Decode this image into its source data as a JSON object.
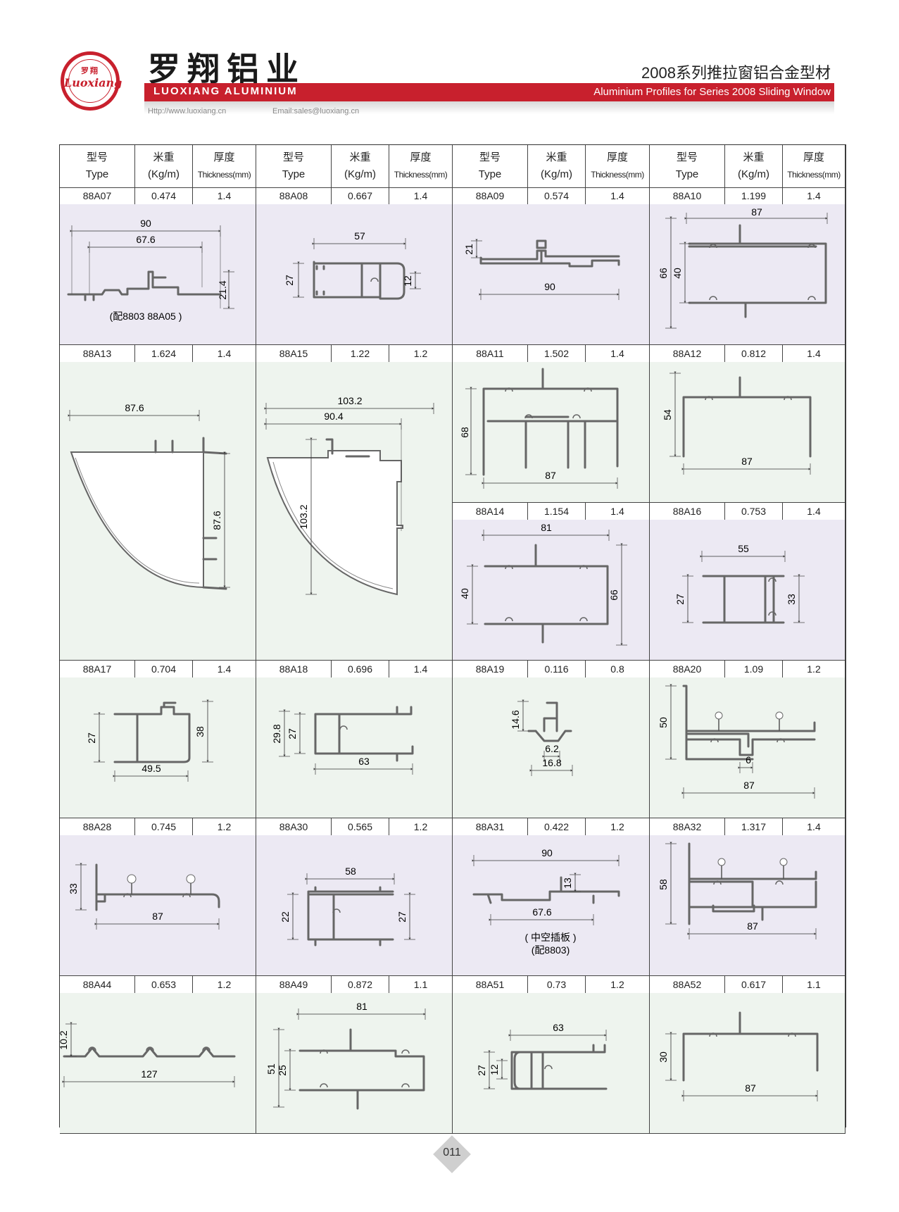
{
  "header": {
    "logo_small_cn": "罗翔",
    "logo_script": "Luoxiang",
    "brand_cn": "罗翔铝业",
    "brand_en": "LUOXIANG ALUMINIUM",
    "series_cn": "2008系列推拉窗铝合金型材",
    "series_en": "Aluminium Profiles for Series 2008 Sliding Window",
    "website": "Http://www.luoxiang.cn",
    "email": "Email:sales@luoxiang.cn"
  },
  "columns": {
    "type_cn": "型号",
    "type_en": "Type",
    "weight_cn": "米重",
    "weight_en": "(Kg/m)",
    "thick_cn": "厚度",
    "thick_en": "Thickness(mm)"
  },
  "colors": {
    "lavender": "#ece9f3",
    "mint": "#eef4ee",
    "red": "#c8202d"
  },
  "profiles": {
    "88A07": {
      "type": "88A07",
      "weight": "0.474",
      "thickness": "1.4",
      "dims": [
        "90",
        "67.6",
        "21.4"
      ],
      "note": "(配8803 88A05 )"
    },
    "88A08": {
      "type": "88A08",
      "weight": "0.667",
      "thickness": "1.4",
      "dims": [
        "57",
        "27",
        "12"
      ]
    },
    "88A09": {
      "type": "88A09",
      "weight": "0.574",
      "thickness": "1.4",
      "dims": [
        "21",
        "90"
      ]
    },
    "88A10": {
      "type": "88A10",
      "weight": "1.199",
      "thickness": "1.4",
      "dims": [
        "87",
        "66",
        "40"
      ]
    },
    "88A13": {
      "type": "88A13",
      "weight": "1.624",
      "thickness": "1.4",
      "dims": [
        "87.6",
        "87.6"
      ]
    },
    "88A15": {
      "type": "88A15",
      "weight": "1.22",
      "thickness": "1.2",
      "dims": [
        "103.2",
        "90.4",
        "103.2"
      ]
    },
    "88A11": {
      "type": "88A11",
      "weight": "1.502",
      "thickness": "1.4",
      "dims": [
        "68",
        "87"
      ]
    },
    "88A12": {
      "type": "88A12",
      "weight": "0.812",
      "thickness": "1.4",
      "dims": [
        "54",
        "87"
      ]
    },
    "88A14": {
      "type": "88A14",
      "weight": "1.154",
      "thickness": "1.4",
      "dims": [
        "81",
        "40",
        "66"
      ]
    },
    "88A16": {
      "type": "88A16",
      "weight": "0.753",
      "thickness": "1.4",
      "dims": [
        "55",
        "27",
        "33"
      ]
    },
    "88A17": {
      "type": "88A17",
      "weight": "0.704",
      "thickness": "1.4",
      "dims": [
        "27",
        "38",
        "49.5"
      ]
    },
    "88A18": {
      "type": "88A18",
      "weight": "0.696",
      "thickness": "1.4",
      "dims": [
        "29.8",
        "27",
        "63"
      ]
    },
    "88A19": {
      "type": "88A19",
      "weight": "0.116",
      "thickness": "0.8",
      "dims": [
        "14.6",
        "6.2",
        "16.8"
      ]
    },
    "88A20": {
      "type": "88A20",
      "weight": "1.09",
      "thickness": "1.2",
      "dims": [
        "50",
        "6",
        "87"
      ]
    },
    "88A28": {
      "type": "88A28",
      "weight": "0.745",
      "thickness": "1.2",
      "dims": [
        "33",
        "87"
      ]
    },
    "88A30": {
      "type": "88A30",
      "weight": "0.565",
      "thickness": "1.2",
      "dims": [
        "58",
        "22",
        "27"
      ]
    },
    "88A31": {
      "type": "88A31",
      "weight": "0.422",
      "thickness": "1.2",
      "dims": [
        "90",
        "13",
        "67.6"
      ],
      "note1": "( 中空插板 )",
      "note2": "(配8803)"
    },
    "88A32": {
      "type": "88A32",
      "weight": "1.317",
      "thickness": "1.4",
      "dims": [
        "58",
        "87"
      ]
    },
    "88A44": {
      "type": "88A44",
      "weight": "0.653",
      "thickness": "1.2",
      "dims": [
        "10.2",
        "127"
      ]
    },
    "88A49": {
      "type": "88A49",
      "weight": "0.872",
      "thickness": "1.1",
      "dims": [
        "81",
        "51",
        "25"
      ]
    },
    "88A51": {
      "type": "88A51",
      "weight": "0.73",
      "thickness": "1.2",
      "dims": [
        "63",
        "27",
        "12"
      ]
    },
    "88A52": {
      "type": "88A52",
      "weight": "0.617",
      "thickness": "1.1",
      "dims": [
        "30",
        "87"
      ]
    }
  },
  "page_number": "011"
}
